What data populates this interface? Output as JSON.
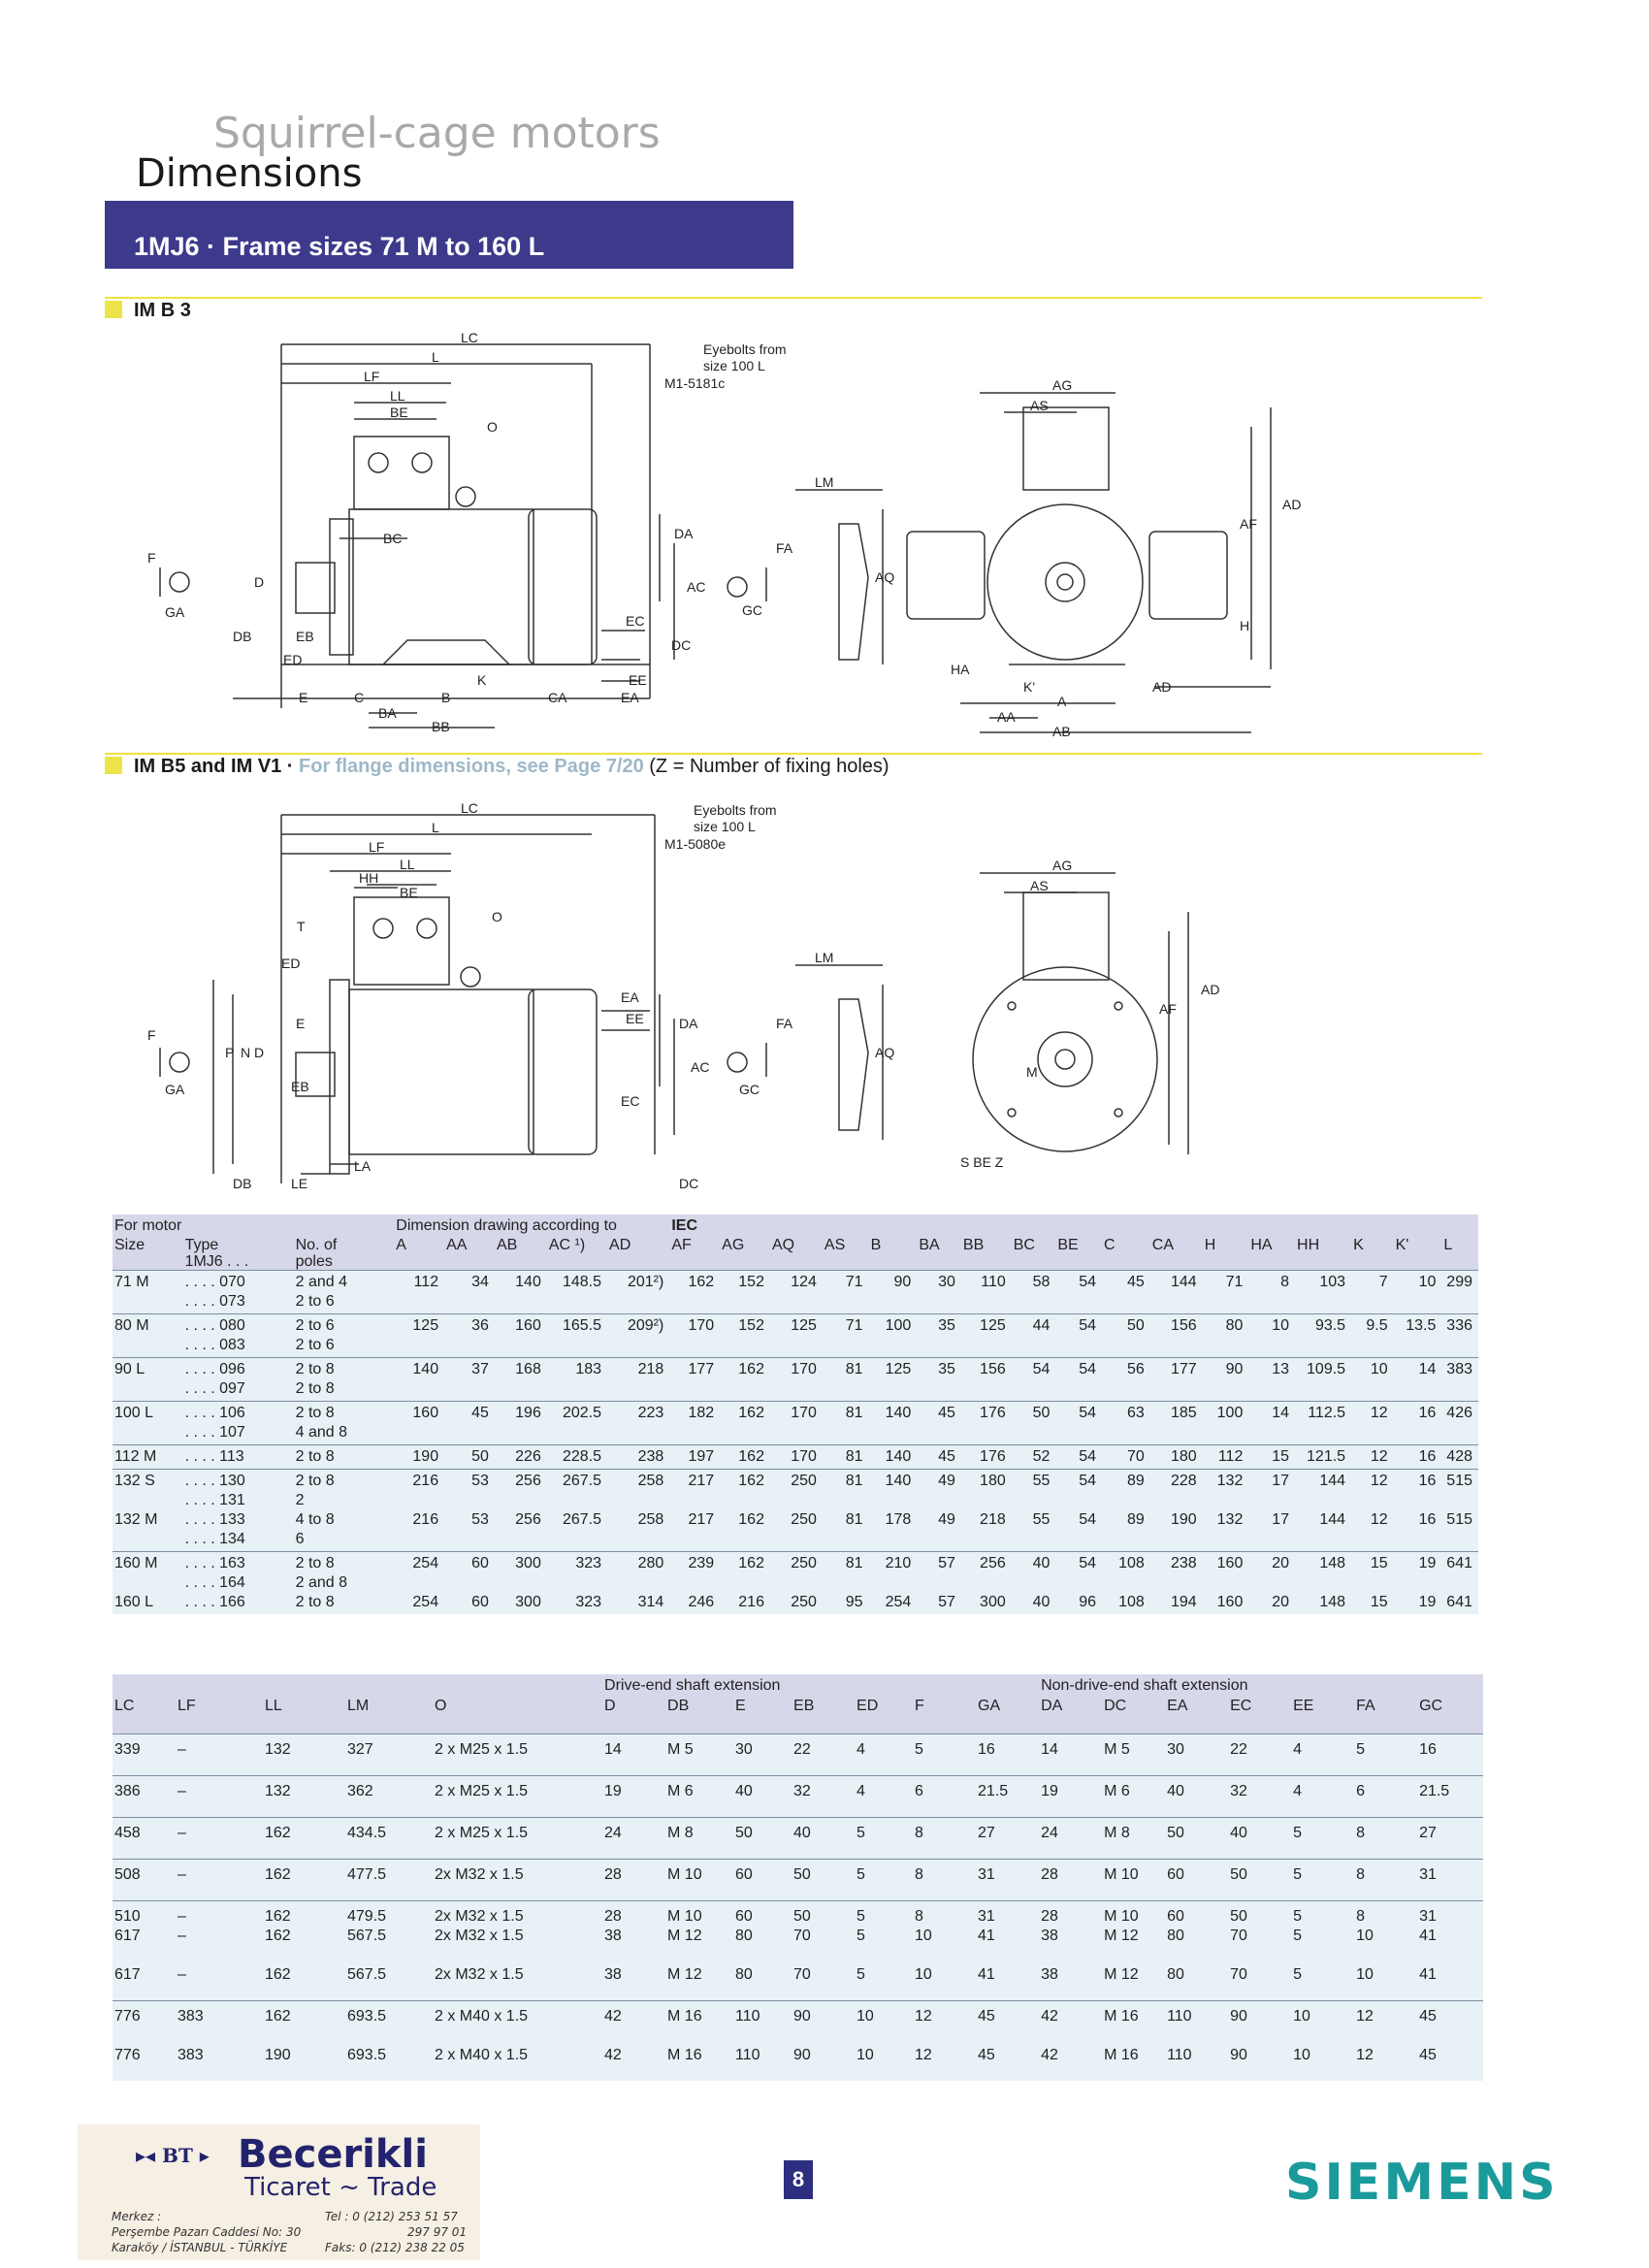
{
  "header": {
    "subtitle": "Squirrel-cage motors",
    "title": "Dimensions",
    "banner": "1MJ6 · Frame sizes 71 M to 160 L"
  },
  "section1": {
    "label": "IM B 3"
  },
  "section2": {
    "label": "IM B5 and IM V1 · ",
    "link": "For flange dimensions, see Page 7/20",
    "note": " (Z = Number of fixing holes)"
  },
  "drawing_b3": {
    "side": {
      "LC": "LC",
      "L": "L",
      "LF": "LF",
      "LL": "LL",
      "BE": "BE",
      "O": "O",
      "BC": "BC",
      "F": "F",
      "GA": "GA",
      "D": "D",
      "DB": "DB",
      "EB": "EB",
      "ED": "ED",
      "E": "E",
      "C": "C",
      "BA": "BA",
      "B": "B",
      "BB": "BB",
      "K": "K",
      "CA": "CA",
      "EA": "EA",
      "EE": "EE",
      "EC": "EC",
      "DA": "DA",
      "AC": "AC",
      "DC": "DC",
      "FA": "FA",
      "GC": "GC",
      "LM": "LM",
      "AQ": "AQ"
    },
    "eyebolt1": "Eyebolts from",
    "eyebolt2": "size 100 L",
    "code": "M1-5181c",
    "end": {
      "AG": "AG",
      "AS": "AS",
      "AF": "AF",
      "AD": "AD",
      "H": "H",
      "HA": "HA",
      "K2": "K'",
      "A": "A",
      "AD2": "AD",
      "AA": "AA",
      "AB": "AB"
    }
  },
  "drawing_b5": {
    "side": {
      "LC": "LC",
      "L": "L",
      "LF": "LF",
      "LL": "LL",
      "HH": "HH",
      "BE": "BE",
      "O": "O",
      "T": "T",
      "ED": "ED",
      "E": "E",
      "F": "F",
      "GA": "GA",
      "P": "P",
      "N": "N",
      "D": "D",
      "EB": "EB",
      "DB": "DB",
      "LE": "LE",
      "LA": "LA",
      "EA": "EA",
      "EE": "EE",
      "EC": "EC",
      "DA": "DA",
      "AC": "AC",
      "DC": "DC",
      "FA": "FA",
      "GC": "GC",
      "LM": "LM",
      "AQ": "AQ"
    },
    "eyebolt1": "Eyebolts from",
    "eyebolt2": "size 100 L",
    "code": "M1-5080e",
    "end": {
      "AG": "AG",
      "AS": "AS",
      "AF": "AF",
      "AD": "AD",
      "M": "M",
      "SBEZ": "S BE Z"
    }
  },
  "table1": {
    "group_for_motor": "For motor",
    "group_drawing": "Dimension drawing according to",
    "group_iec": "IEC",
    "columns": [
      "Size",
      "Type\n1MJ6 . . .",
      "No. of\npoles",
      "A",
      "AA",
      "AB",
      "AC ¹)",
      "AD",
      "AF",
      "AG",
      "AQ",
      "AS",
      "B",
      "BA",
      "BB",
      "BC",
      "BE",
      "C",
      "CA",
      "H",
      "HA",
      "HH",
      "K",
      "K'",
      "L"
    ],
    "rows": [
      [
        "71 M",
        ". . . . 070\n. . . . 073",
        "2 and 4\n2 to 6",
        "112",
        "34",
        "140",
        "148.5",
        "201²)",
        "162",
        "152",
        "124",
        "71",
        "90",
        "30",
        "110",
        "58",
        "54",
        "45",
        "144",
        "71",
        "8",
        "103",
        "7",
        "10",
        "299"
      ],
      [
        "80 M",
        ". . . . 080\n. . . . 083",
        "2 to 6\n2 to 6",
        "125",
        "36",
        "160",
        "165.5",
        "209²)",
        "170",
        "152",
        "125",
        "71",
        "100",
        "35",
        "125",
        "44",
        "54",
        "50",
        "156",
        "80",
        "10",
        "93.5",
        "9.5",
        "13.5",
        "336"
      ],
      [
        "90 L",
        ". . . . 096\n. . . . 097",
        "2 to 8\n2 to 8",
        "140",
        "37",
        "168",
        "183",
        "218",
        "177",
        "162",
        "170",
        "81",
        "125",
        "35",
        "156",
        "54",
        "54",
        "56",
        "177",
        "90",
        "13",
        "109.5",
        "10",
        "14",
        "383"
      ],
      [
        "100 L",
        ". . . . 106\n. . . . 107",
        "2 to 8\n4 and 8",
        "160",
        "45",
        "196",
        "202.5",
        "223",
        "182",
        "162",
        "170",
        "81",
        "140",
        "45",
        "176",
        "50",
        "54",
        "63",
        "185",
        "100",
        "14",
        "112.5",
        "12",
        "16",
        "426"
      ],
      [
        "112 M",
        ". . . . 113",
        "2 to 8",
        "190",
        "50",
        "226",
        "228.5",
        "238",
        "197",
        "162",
        "170",
        "81",
        "140",
        "45",
        "176",
        "52",
        "54",
        "70",
        "180",
        "112",
        "15",
        "121.5",
        "12",
        "16",
        "428"
      ],
      [
        "132 S\n\n132 M\n",
        ". . . . 130\n. . . . 131\n. . . . 133\n. . . . 134",
        "2 to 8\n2\n4 to 8\n6",
        "216\n\n216\n",
        "53\n\n53\n",
        "256\n\n256\n",
        "267.5\n\n267.5\n",
        "258\n\n258\n",
        "217\n\n217\n",
        "162\n\n162\n",
        "250\n\n250\n",
        "81\n\n81\n",
        "140\n\n178\n",
        "49\n\n49\n",
        "180\n\n218\n",
        "55\n\n55\n",
        "54\n\n54\n",
        "89\n\n89\n",
        "228\n\n190\n",
        "132\n\n132\n",
        "17\n\n17\n",
        "144\n\n144\n",
        "12\n\n12\n",
        "16\n\n16\n",
        "515\n\n515\n"
      ],
      [
        "160 M\n\n160 L",
        ". . . . 163\n. . . . 164\n. . . . 166",
        "2 to 8\n2 and 8\n2 to 8",
        "254\n\n254",
        "60\n\n60",
        "300\n\n300",
        "323\n\n323",
        "280\n\n314",
        "239\n\n246",
        "162\n\n216",
        "250\n\n250",
        "81\n\n95",
        "210\n\n254",
        "57\n\n57",
        "256\n\n300",
        "40\n\n40",
        "54\n\n96",
        "108\n\n108",
        "238\n\n194",
        "160\n\n160",
        "20\n\n20",
        "148\n\n148",
        "15\n\n15",
        "19\n\n19",
        "641\n\n641"
      ]
    ]
  },
  "table2": {
    "group_drive": "Drive-end shaft extension",
    "group_nondrive": "Non-drive-end shaft extension",
    "columns": [
      "LC",
      "LF",
      "LL",
      "LM",
      "O",
      "D",
      "DB",
      "E",
      "EB",
      "ED",
      "F",
      "GA",
      "DA",
      "DC",
      "EA",
      "EC",
      "EE",
      "FA",
      "GC"
    ],
    "rows": [
      [
        "339",
        "–",
        "132",
        "327",
        "2 x M25 x 1.5",
        "14",
        "M 5",
        "30",
        "22",
        "4",
        "5",
        "16",
        "14",
        "M 5",
        "30",
        "22",
        "4",
        "5",
        "16"
      ],
      [
        "386",
        "–",
        "132",
        "362",
        "2 x M25 x 1.5",
        "19",
        "M 6",
        "40",
        "32",
        "4",
        "6",
        "21.5",
        "19",
        "M 6",
        "40",
        "32",
        "4",
        "6",
        "21.5"
      ],
      [
        "458",
        "–",
        "162",
        "434.5",
        "2 x M25 x 1.5",
        "24",
        "M 8",
        "50",
        "40",
        "5",
        "8",
        "27",
        "24",
        "M 8",
        "50",
        "40",
        "5",
        "8",
        "27"
      ],
      [
        "508",
        "–",
        "162",
        "477.5",
        "2x M32 x 1.5",
        "28",
        "M 10",
        "60",
        "50",
        "5",
        "8",
        "31",
        "28",
        "M 10",
        "60",
        "50",
        "5",
        "8",
        "31"
      ],
      [
        "510\n617\n\n617",
        "–\n–\n\n–",
        "162\n162\n\n162",
        "479.5\n567.5\n\n567.5",
        "2x M32 x 1.5\n2x M32 x 1.5\n\n2x M32 x 1.5",
        "28\n38\n\n38",
        "M 10\nM 12\n\nM 12",
        "60\n80\n\n80",
        "50\n70\n\n70",
        "5\n5\n\n5",
        "8\n10\n\n10",
        "31\n41\n\n41",
        "28\n38\n\n38",
        "M 10\nM 12\n\nM 12",
        "60\n80\n\n80",
        "50\n70\n\n70",
        "5\n5\n\n5",
        "8\n10\n\n10",
        "31\n41\n\n41"
      ],
      [
        "776\n\n776",
        "383\n\n383",
        "162\n\n190",
        "693.5\n\n693.5",
        "2 x M40 x 1.5\n\n2 x M40 x 1.5",
        "42\n\n42",
        "M 16\n\nM 16",
        "110\n\n110",
        "90\n\n90",
        "10\n\n10",
        "12\n\n12",
        "45\n\n45",
        "42\n\n42",
        "M 16\n\nM 16",
        "110\n\n110",
        "90\n\n90",
        "10\n\n10",
        "12\n\n12",
        "45\n\n45"
      ]
    ]
  },
  "footer": {
    "dealer_logo": "BT",
    "dealer_name": "Becerikli",
    "dealer_trade": "Ticaret ~ Trade",
    "addr1": "Merkez :",
    "addr2": "Perşembe Pazarı Caddesi No: 30",
    "addr3": "Karaköy  /  İSTANBUL - TÜRKİYE",
    "tel": "Tel  : 0 (212) 253 51 57",
    "tel2": "297 97 01",
    "fax": "Faks: 0 (212) 238 22 05",
    "page": "8",
    "brand": "SIEMENS"
  },
  "colors": {
    "banner": "#3d3a8c",
    "accent_yellow": "#ede44a",
    "table_head": "#d7d7ea",
    "table_row": "#e7f1f6",
    "brand": "#1a9a9a"
  }
}
